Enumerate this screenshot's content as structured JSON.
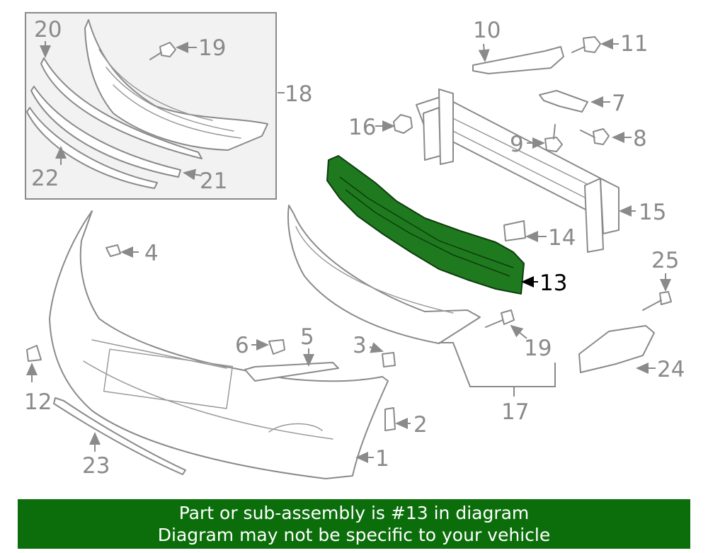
{
  "callouts": {
    "n1": "1",
    "n2": "2",
    "n3": "3",
    "n4": "4",
    "n5": "5",
    "n6": "6",
    "n7": "7",
    "n8": "8",
    "n9": "9",
    "n10": "10",
    "n11": "11",
    "n12": "12",
    "n13": "13",
    "n14": "14",
    "n15": "15",
    "n16": "16",
    "n17": "17",
    "n18": "18",
    "n19a": "19",
    "n19b": "19",
    "n20": "20",
    "n21": "21",
    "n22": "22",
    "n23": "23",
    "n24": "24",
    "n25": "25"
  },
  "highlight": {
    "part": "13",
    "color": "#1f7a1f"
  },
  "banner": {
    "line1": "Part or sub-assembly is #13 in diagram",
    "line2": "Diagram may not be specific to your vehicle",
    "color": "#0b6e0b"
  }
}
